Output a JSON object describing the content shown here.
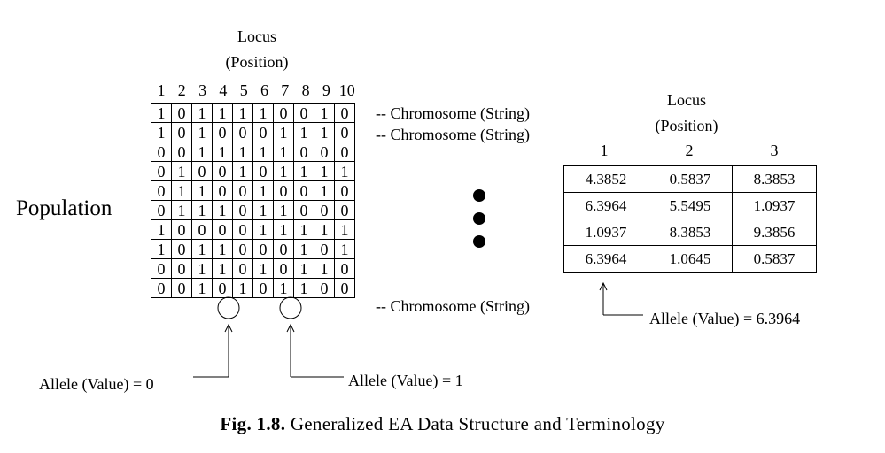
{
  "left": {
    "locus_line1": "Locus",
    "locus_line2": "(Position)",
    "population_label": "Population",
    "columns": [
      "1",
      "2",
      "3",
      "4",
      "5",
      "6",
      "7",
      "8",
      "9",
      "10"
    ],
    "rows": [
      [
        "1",
        "0",
        "1",
        "1",
        "1",
        "1",
        "0",
        "0",
        "1",
        "0"
      ],
      [
        "1",
        "0",
        "1",
        "0",
        "0",
        "0",
        "1",
        "1",
        "1",
        "0"
      ],
      [
        "0",
        "0",
        "1",
        "1",
        "1",
        "1",
        "1",
        "0",
        "0",
        "0"
      ],
      [
        "0",
        "1",
        "0",
        "0",
        "1",
        "0",
        "1",
        "1",
        "1",
        "1"
      ],
      [
        "0",
        "1",
        "1",
        "0",
        "0",
        "1",
        "0",
        "0",
        "1",
        "0"
      ],
      [
        "0",
        "1",
        "1",
        "1",
        "0",
        "1",
        "1",
        "0",
        "0",
        "0"
      ],
      [
        "1",
        "0",
        "0",
        "0",
        "0",
        "1",
        "1",
        "1",
        "1",
        "1"
      ],
      [
        "1",
        "0",
        "1",
        "1",
        "0",
        "0",
        "0",
        "1",
        "0",
        "1"
      ],
      [
        "0",
        "0",
        "1",
        "1",
        "0",
        "1",
        "0",
        "1",
        "1",
        "0"
      ],
      [
        "0",
        "0",
        "1",
        "0",
        "1",
        "0",
        "1",
        "1",
        "0",
        "0"
      ]
    ],
    "chromosome_label_1": "-- Chromosome (String)",
    "chromosome_label_2": "-- Chromosome (String)",
    "chromosome_label_3": "-- Chromosome (String)",
    "allele_0": "Allele (Value) = 0",
    "allele_1": "Allele (Value) = 1"
  },
  "right": {
    "locus_line1": "Locus",
    "locus_line2": "(Position)",
    "columns": [
      "1",
      "2",
      "3"
    ],
    "rows": [
      [
        "4.3852",
        "0.5837",
        "8.3853"
      ],
      [
        "6.3964",
        "5.5495",
        "1.0937"
      ],
      [
        "1.0937",
        "8.3853",
        "9.3856"
      ],
      [
        "6.3964",
        "1.0645",
        "0.5837"
      ]
    ],
    "allele": "Allele (Value) = 6.3964"
  },
  "caption": {
    "fig": "Fig. 1.8.",
    "text": "Generalized EA Data Structure and Terminology"
  }
}
